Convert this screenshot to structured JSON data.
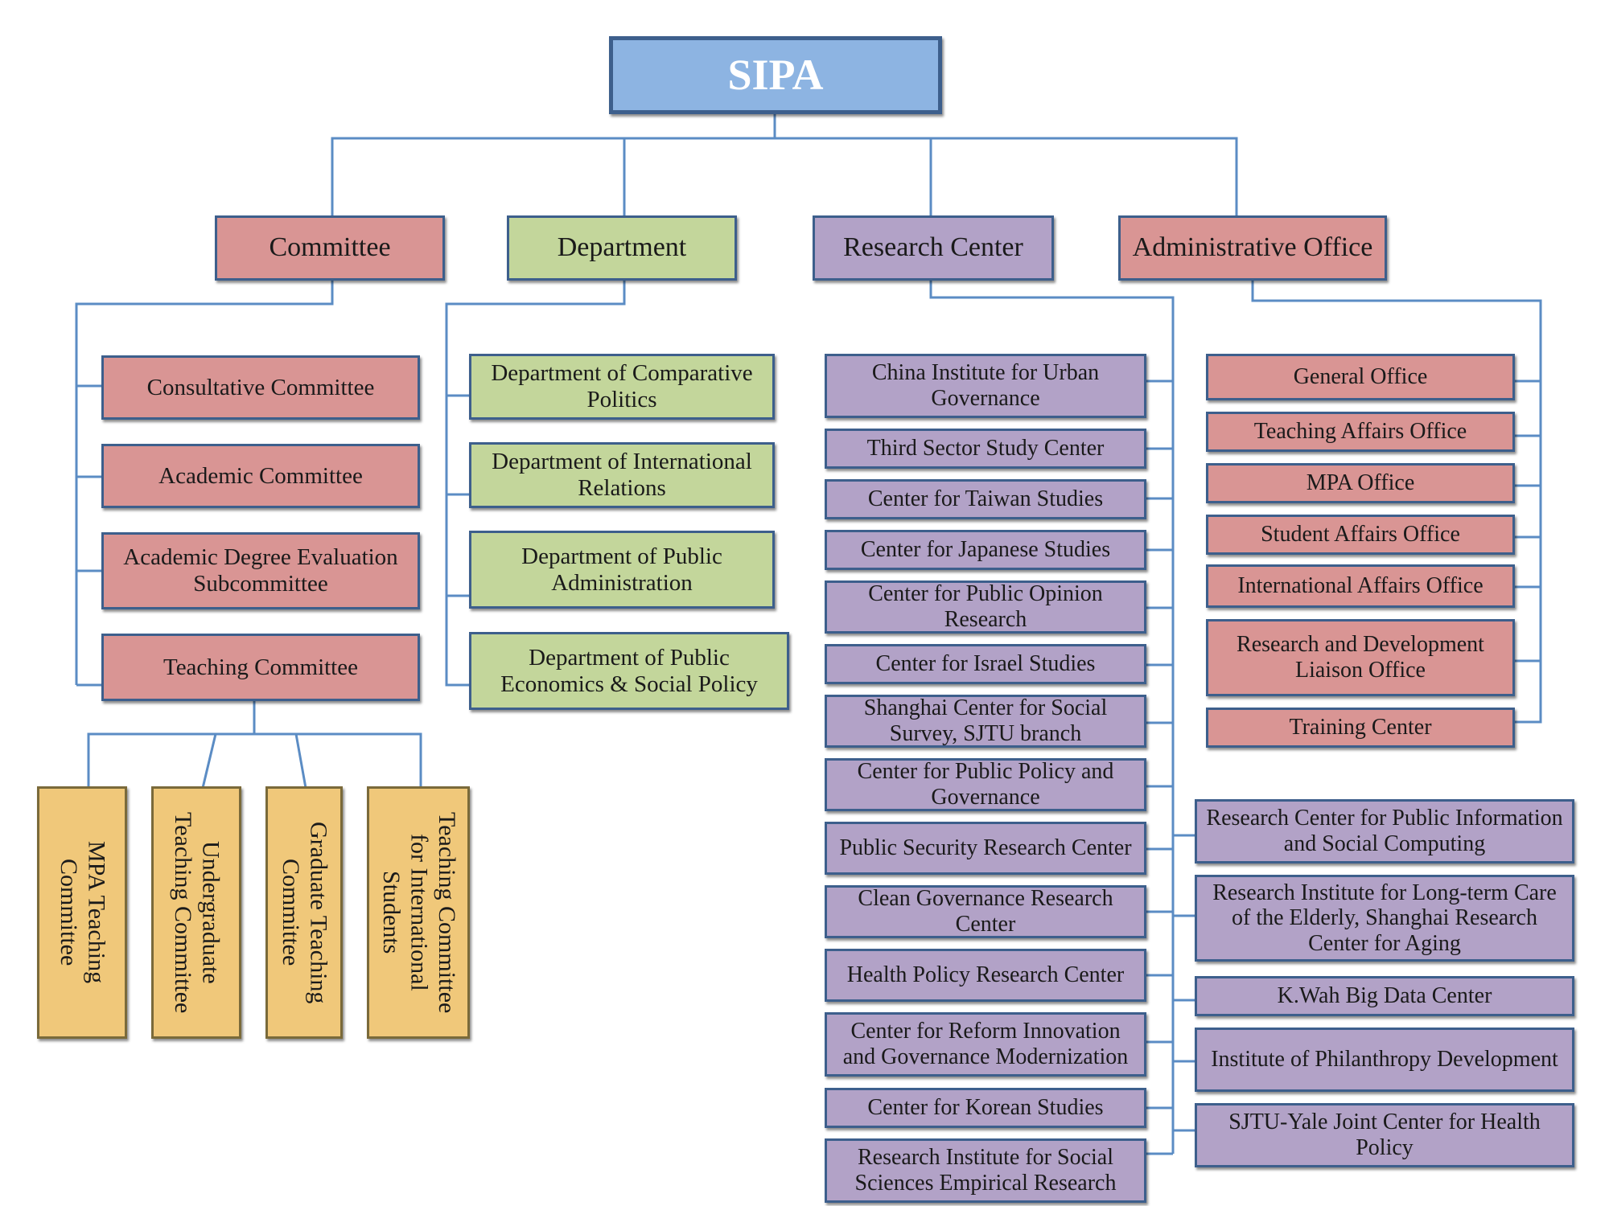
{
  "root": {
    "label": "SIPA"
  },
  "categories": {
    "committee": "Committee",
    "department": "Department",
    "research_center": "Research Center",
    "administrative_office": "Administrative Office"
  },
  "committees": [
    "Consultative Committee",
    "Academic Committee",
    "Academic Degree Evaluation Subcommittee",
    "Teaching Committee"
  ],
  "teaching_subcommittees": [
    "MPA Teaching Committee",
    "Undergraduate Teaching Committee",
    "Graduate Teaching Committee",
    "Teaching Committee for International Students"
  ],
  "departments": [
    "Department of Comparative Politics",
    "Department of International Relations",
    "Department of Public Administration",
    "Department of Public Economics & Social Policy"
  ],
  "research_centers_left": [
    "China Institute for Urban Governance",
    "Third Sector Study Center",
    "Center for Taiwan Studies",
    "Center for Japanese Studies",
    "Center for Public Opinion Research",
    "Center for Israel Studies",
    "Shanghai Center for Social Survey, SJTU branch",
    "Center for Public Policy and Governance",
    "Public Security Research Center",
    "Clean Governance Research Center",
    "Health Policy Research Center",
    "Center for Reform Innovation and Governance Modernization",
    "Center for Korean Studies",
    "Research Institute for Social Sciences Empirical Research"
  ],
  "research_centers_right": [
    "Research Center for Public Information and Social Computing",
    "Research Institute for Long-term Care of the Elderly, Shanghai Research Center for Aging",
    "K.Wah Big Data Center",
    "Institute of Philanthropy Development",
    "SJTU-Yale Joint Center for Health Policy"
  ],
  "admin_offices": [
    "General Office",
    "Teaching Affairs Office",
    "MPA Office",
    "Student Affairs Office",
    "International Affairs Office",
    "Research and Development Liaison Office",
    "Training Center"
  ],
  "colors": {
    "root": "#8db4e2",
    "committee": "#d99594",
    "department": "#c3d69b",
    "research": "#b2a2c7",
    "teaching": "#f0c87a",
    "connector": "#5b8cc4"
  }
}
